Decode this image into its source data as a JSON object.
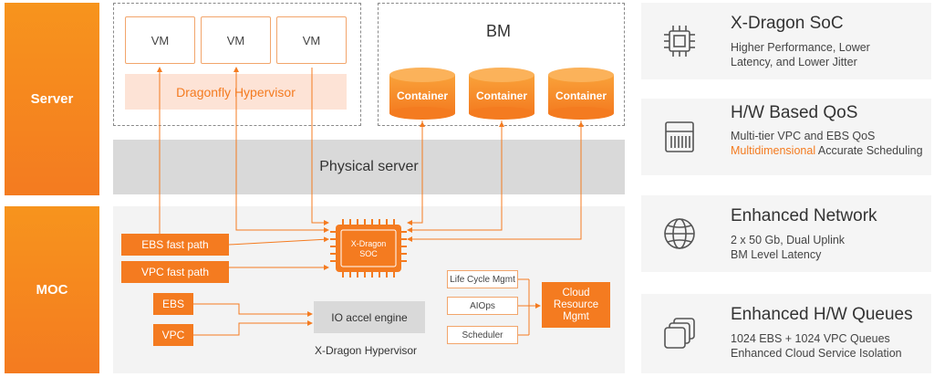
{
  "sidebar": {
    "server_label": "Server",
    "moc_label": "MOC"
  },
  "server": {
    "vms": [
      "VM",
      "VM",
      "VM"
    ],
    "hypervisor_label": "Dragonfly Hypervisor",
    "bm_title": "BM",
    "containers": [
      "Container",
      "Container",
      "Container"
    ]
  },
  "physical_server_label": "Physical server",
  "moc": {
    "ebs_fast_path": "EBS fast path",
    "vpc_fast_path": "VPC fast path",
    "ebs": "EBS",
    "vpc": "VPC",
    "soc_chip_label": [
      "X-Dragon",
      "SOC"
    ],
    "io_engine": "IO accel engine",
    "hypervisor_caption": "X-Dragon Hypervisor",
    "mgmt_items": [
      "Life Cycle Mgmt",
      "AIOps",
      "Scheduler"
    ],
    "cloud_mgmt": "Cloud Resource Mgmt"
  },
  "colors": {
    "accent": "#f47b20",
    "sidebar": "#f7941d",
    "panel": "#f5f5f5"
  },
  "features": [
    {
      "icon": "chip-icon",
      "title": "X-Dragon SoC",
      "lines": [
        "Higher Performance, Lower",
        "Latency, and Lower Jitter"
      ],
      "accent_prefix": ""
    },
    {
      "icon": "server-rack-icon",
      "title": "H/W Based QoS",
      "lines": [
        "Multi-tier VPC and EBS QoS",
        "Accurate Scheduling"
      ],
      "accent_prefix": "Multidimensional "
    },
    {
      "icon": "globe-icon",
      "title": "Enhanced Network",
      "lines": [
        "2 x 50 Gb, Dual Uplink",
        "BM Level Latency"
      ],
      "accent_prefix": ""
    },
    {
      "icon": "stacked-windows-icon",
      "title": "Enhanced H/W Queues",
      "lines": [
        "1024 EBS + 1024 VPC Queues",
        "Enhanced Cloud Service Isolation"
      ],
      "accent_prefix": ""
    }
  ]
}
